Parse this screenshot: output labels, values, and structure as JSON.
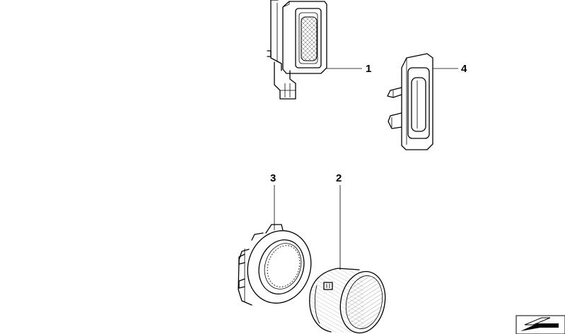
{
  "diagram": {
    "parts": [
      {
        "number": "1"
      },
      {
        "number": "2"
      },
      {
        "number": "3"
      },
      {
        "number": "4"
      }
    ],
    "icons": [
      "component-1-icon",
      "component-2-icon",
      "component-3-icon",
      "component-4-icon",
      "diagram-symbol-icon"
    ]
  }
}
